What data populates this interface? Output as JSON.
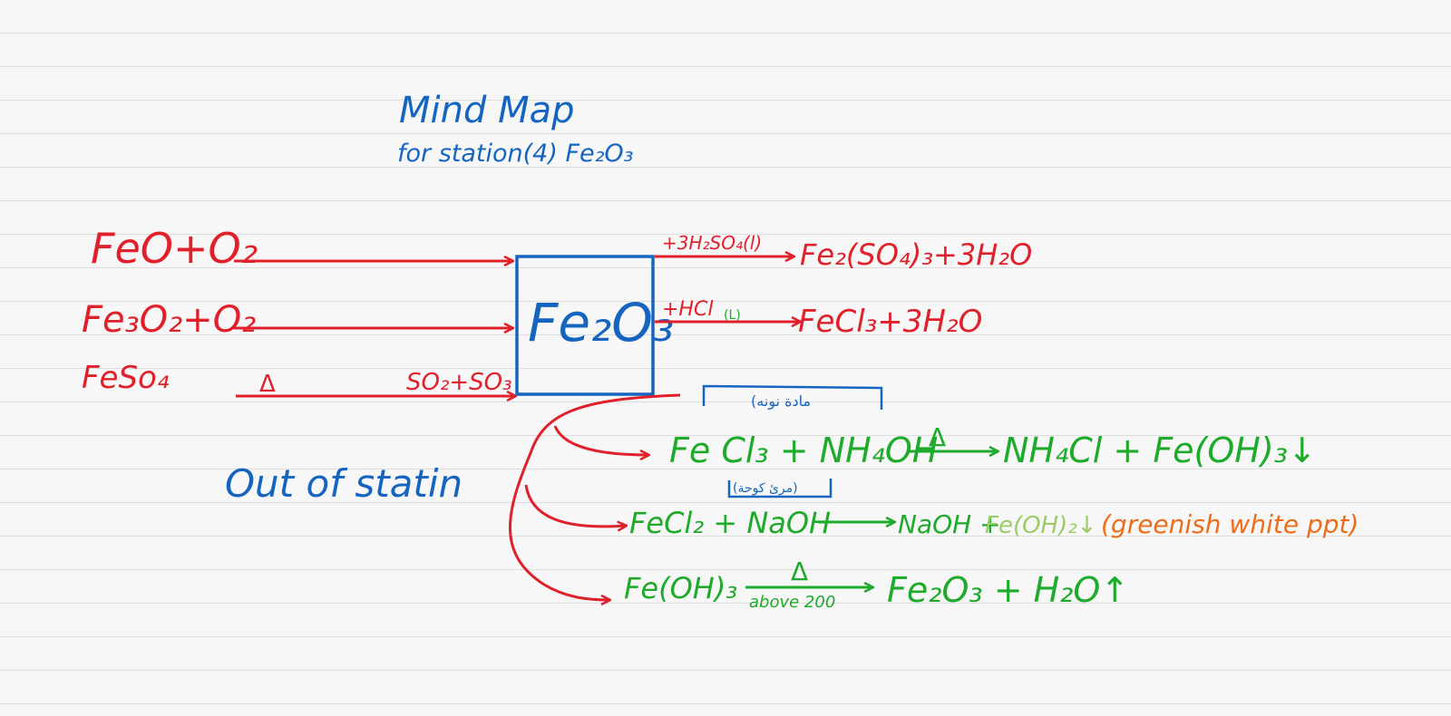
{
  "colors": {
    "blue": "#1565c0",
    "red": "#e0202a",
    "green": "#1eaa2a",
    "light_green": "#9ccc65",
    "orange": "#ef6c1a",
    "paper": "#f7f7f7",
    "rule": "#dcdcdc"
  },
  "title": {
    "line1": "Mind Map",
    "line2": "for station(4) Fe₂O₃"
  },
  "center_box": {
    "label": "Fe₂O₃"
  },
  "inputs": [
    {
      "label": "FeO+O₂",
      "above": ""
    },
    {
      "label": "Fe₃O₂+O₂",
      "above": ""
    },
    {
      "label": "FeSo₄",
      "above": "SO₂+SO₃",
      "condition": "Δ"
    }
  ],
  "outputs": [
    {
      "reagent": "+3H₂SO₄(l)",
      "product": "Fe₂(SO₄)₃+3H₂O"
    },
    {
      "reagent": "+HCl",
      "reagent_state": "(L)",
      "product": "FeCl₃+3H₂O"
    }
  ],
  "out_of_station": {
    "label": "Out of statin",
    "note1": "(مادة نونه",
    "note2": "(مرئ كوحة)",
    "reactions": [
      {
        "reactants": "Fe Cl₃ + NH₄OH",
        "condition": "Δ",
        "products": "NH₄Cl + Fe(OH)₃↓"
      },
      {
        "reactants": "FeCl₂ + NaOH",
        "condition": "",
        "products": "NaOH +",
        "extra": "Fe(OH)₂↓",
        "note": "(greenish white ppt)"
      },
      {
        "reactants": "Fe(OH)₃",
        "condition": "Δ",
        "condition_below": "above 200",
        "products": "Fe₂O₃ + H₂O↑"
      }
    ]
  }
}
